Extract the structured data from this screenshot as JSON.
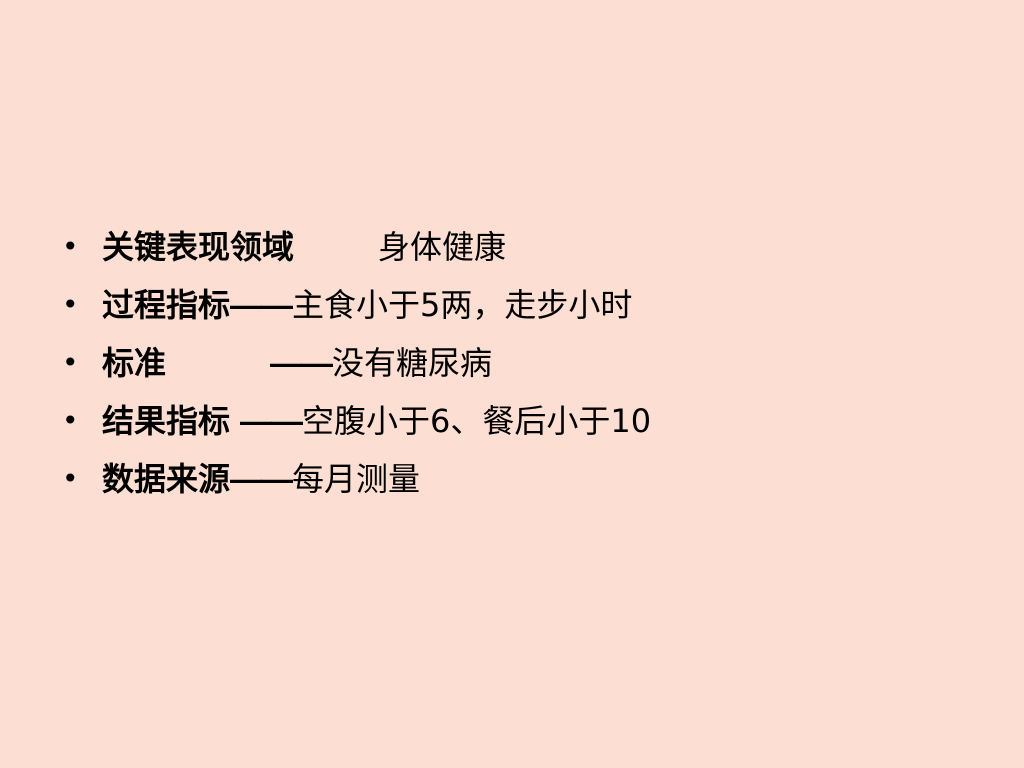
{
  "slide": {
    "background": "#fcdfd2",
    "text_color": "#000000",
    "bullet_symbol": "•",
    "items": [
      {
        "term": "关键表现领域",
        "dash": "",
        "value": "身体健康"
      },
      {
        "term": "过程指标",
        "dash": "——",
        "value": "主食小于5两，走步小时"
      },
      {
        "term": "标准",
        "dash": "——",
        "value": "没有糖尿病"
      },
      {
        "term": "结果指标",
        "dash": "——",
        "value": "空腹小于6、餐后小于10"
      },
      {
        "term": "数据来源",
        "dash": "——",
        "value": "每月测量"
      }
    ]
  }
}
